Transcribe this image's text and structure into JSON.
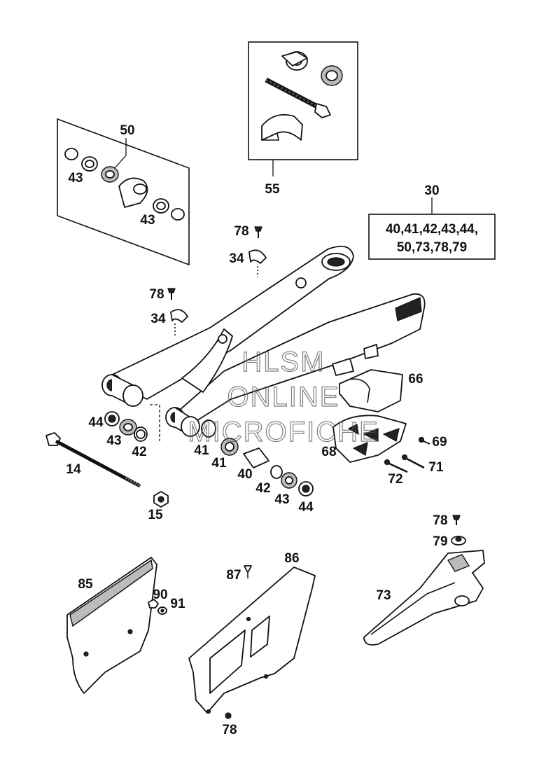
{
  "labels": {
    "l50": "50",
    "l43a": "43",
    "l43b": "43",
    "l55": "55",
    "l30": "30",
    "kit_line1": "40,41,42,43,44,",
    "kit_line2": "50,73,78,79",
    "l78a": "78",
    "l34a": "34",
    "l78b": "78",
    "l34b": "34",
    "l66": "66",
    "l69": "69",
    "l68": "68",
    "l71": "71",
    "l72": "72",
    "l44a": "44",
    "l43c": "43",
    "l42a": "42",
    "l41a": "41",
    "l41b": "41",
    "l14": "14",
    "l40": "40",
    "l42b": "42",
    "l43d": "43",
    "l44b": "44",
    "l15": "15",
    "l78c": "78",
    "l79": "79",
    "l73": "73",
    "l85": "85",
    "l90": "90",
    "l91": "91",
    "l87": "87",
    "l86": "86",
    "l78d": "78"
  },
  "watermark": {
    "line1": "HLSM",
    "line2": "ONLINE",
    "line3": "MICROFICHE"
  },
  "icons": [
    "swingarm",
    "axle-bolt",
    "chain-guide",
    "chain-slider",
    "chain-guard",
    "disc-guard",
    "bearing",
    "seal",
    "bushing",
    "screw",
    "nut"
  ]
}
